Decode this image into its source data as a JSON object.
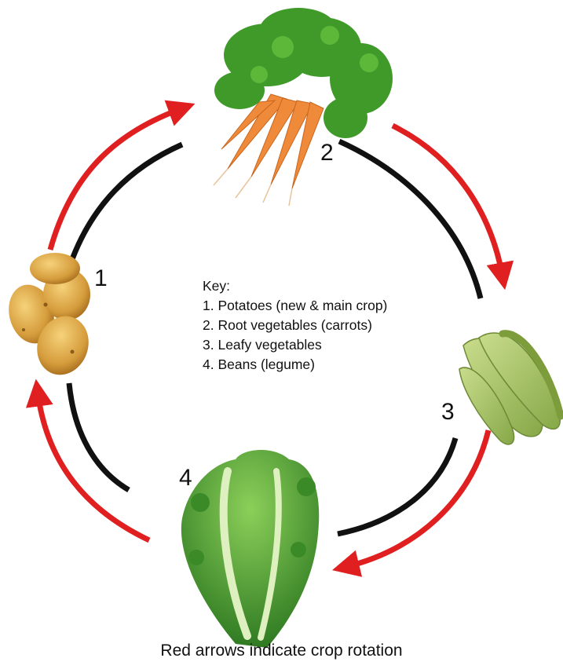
{
  "key": {
    "heading": "Key:",
    "items": [
      "1. Potatoes (new & main crop)",
      "2. Root vegetables (carrots)",
      "3. Leafy vegetables",
      "4. Beans (legume)"
    ]
  },
  "stages": [
    {
      "number": "1",
      "icon": "potatoes-icon"
    },
    {
      "number": "2",
      "icon": "carrots-icon"
    },
    {
      "number": "3",
      "icon": "broad-beans-icon"
    },
    {
      "number": "4",
      "icon": "lettuce-icon"
    }
  ],
  "caption": "Red arrows indicate crop rotation",
  "colors": {
    "rotation_arrow": "#e02020",
    "inner_arc": "#111111",
    "potato": "#d7a94a",
    "carrot": "#ef8a3a",
    "carrot_leaf": "#3f9a2a",
    "bean": "#a7c46a",
    "lettuce": "#5ea83c"
  }
}
